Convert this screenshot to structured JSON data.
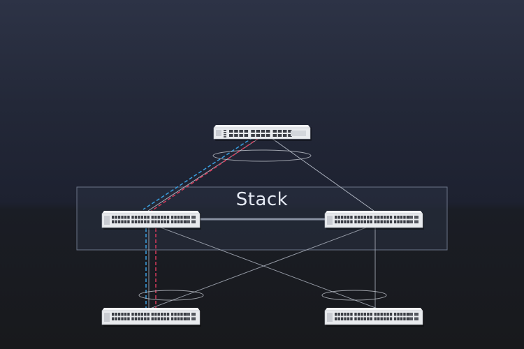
{
  "diagram": {
    "stack_label": "Stack",
    "colors": {
      "background_top": "#2d3346",
      "background_bottom": "#18191c",
      "stack_box_fill": "#2a3142",
      "stack_box_border": "#6b7488",
      "link_line": "#a9afbb",
      "stack_link": "#9aa3b4",
      "lag_ring": "#c9ced6",
      "path_blue": "#3a9fe0",
      "path_red": "#d63a5a",
      "switch_body": "#e9ebee",
      "switch_port": "#3b3e45"
    },
    "devices": [
      {
        "id": "core-switch",
        "tier": "core"
      },
      {
        "id": "stack-member-left",
        "tier": "aggregation"
      },
      {
        "id": "stack-member-right",
        "tier": "aggregation"
      },
      {
        "id": "access-switch-left",
        "tier": "access"
      },
      {
        "id": "access-switch-right",
        "tier": "access"
      }
    ]
  }
}
